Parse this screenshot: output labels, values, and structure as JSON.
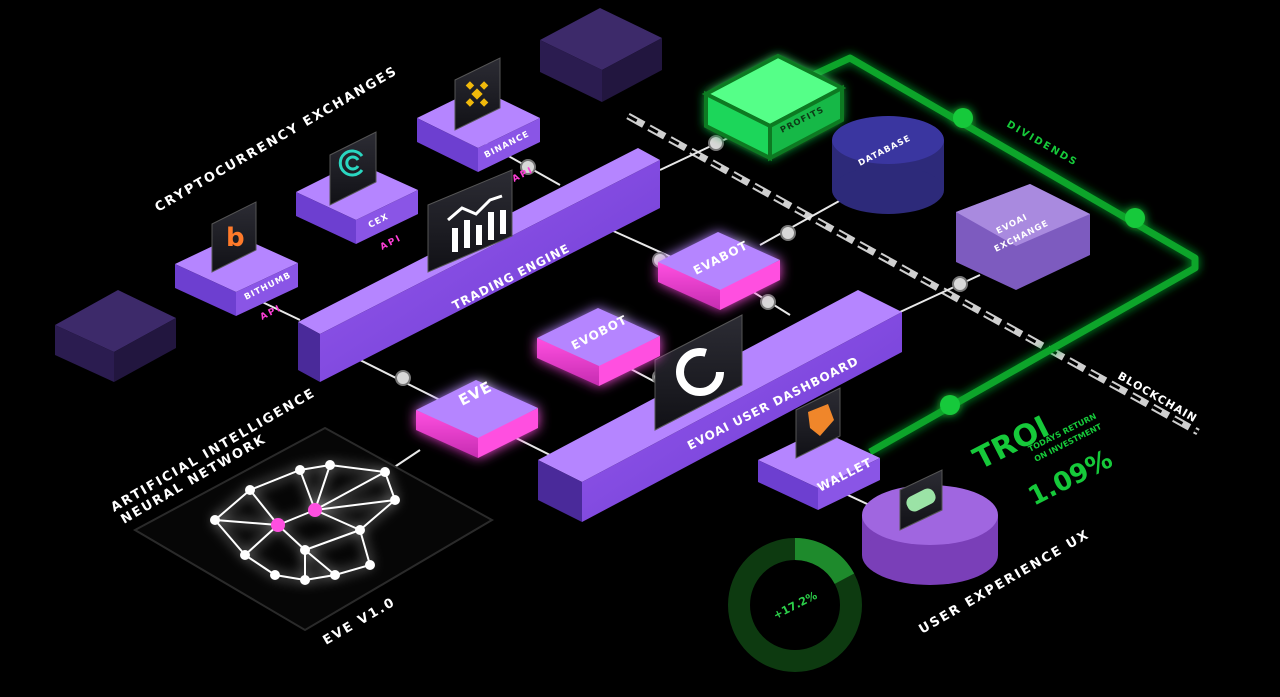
{
  "headings": {
    "exchanges": "CRYPTOCURRENCY EXCHANGES",
    "ai_line1": "ARTIFICIAL INTELLIGENCE",
    "ai_line2": "NEURAL NETWORK",
    "eve_version": "EVE V1.0",
    "ux": "USER EXPERIENCE UX",
    "blockchain": "BLOCKCHAIN",
    "dividends": "DIVIDENDS"
  },
  "exchanges": {
    "binance": "BINANCE",
    "cex": "CEX",
    "bithumb": "BITHUMB",
    "api_label": "API"
  },
  "blocks": {
    "trading_engine": "TRADING ENGINE",
    "evabot": "EVABOT",
    "evobot": "EVOBOT",
    "eve": "EVE",
    "dashboard": "EVOAI USER DASHBOARD",
    "wallet": "WALLET",
    "profits": "PROFITS",
    "database": "DATABASE",
    "exchange_line1": "EVOAI",
    "exchange_line2": "EXCHANGE"
  },
  "roi": {
    "title": "TROI",
    "subtitle_line1": "TODAYS RETURN",
    "subtitle_line2": "ON INVESTMENT",
    "value": "1.09%"
  },
  "donut": {
    "value_label": "+17.2%",
    "fraction": 0.172
  },
  "colors": {
    "background": "#000000",
    "purple": "#8a4fe0",
    "pink": "#ff3fd8",
    "green": "#16c93a",
    "dark_purple": "#2e1c55"
  }
}
